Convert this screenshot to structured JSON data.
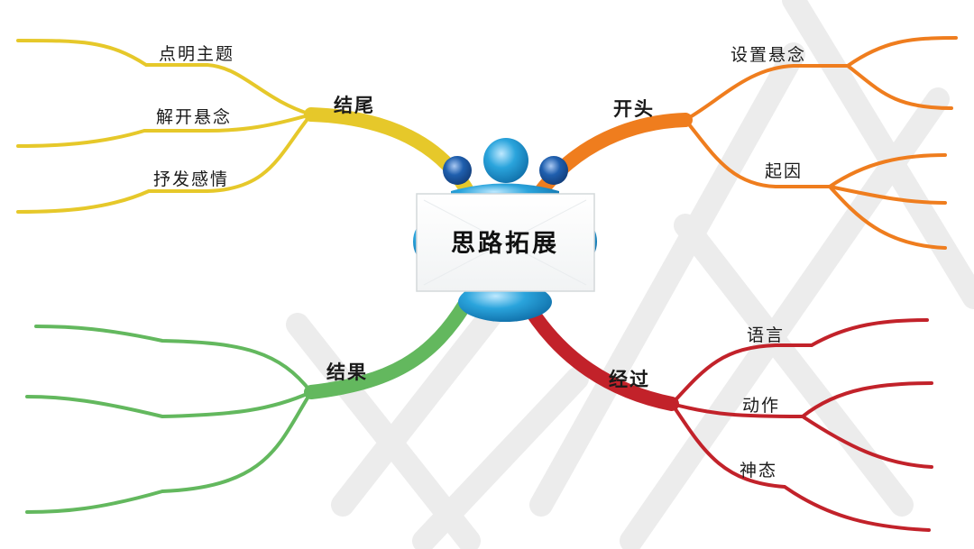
{
  "center": {
    "title": "思路拓展"
  },
  "colors": {
    "yellow": "#e6c82a",
    "orange": "#ef7d1e",
    "green": "#63b85e",
    "red": "#c2222a",
    "hub_blue": "#2aa4dc",
    "hub_dark_blue": "#1f5fae"
  },
  "icon": "team-people-icon",
  "branches": {
    "top_left": {
      "label": "结尾",
      "subs": [
        "点明主题",
        "解开悬念",
        "抒发感情"
      ]
    },
    "top_right": {
      "label": "开头",
      "subs": [
        "设置悬念",
        "起因"
      ]
    },
    "bottom_left": {
      "label": "结果",
      "subs": [
        "",
        "",
        ""
      ]
    },
    "bottom_right": {
      "label": "经过",
      "subs": [
        "语言",
        "动作",
        "神态"
      ]
    }
  }
}
